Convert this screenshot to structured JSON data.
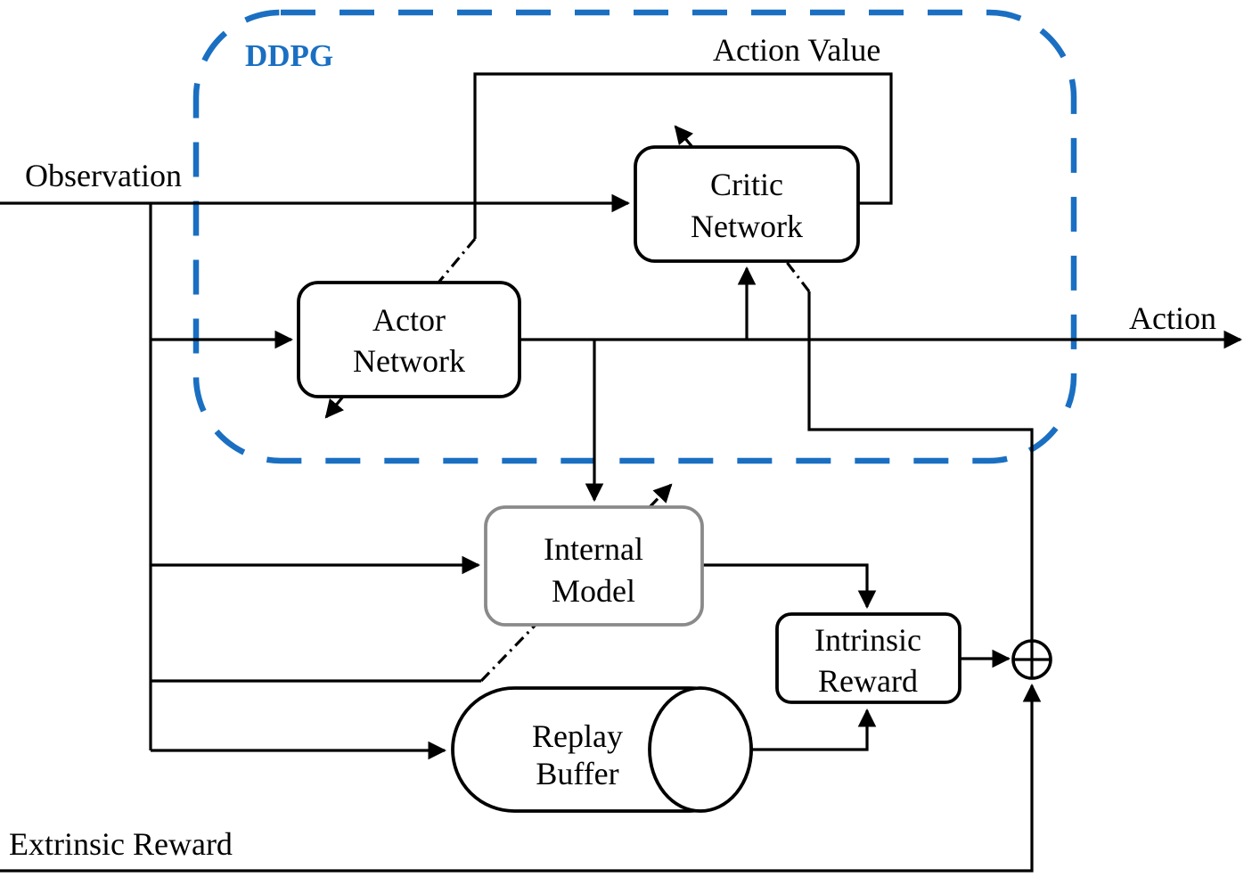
{
  "labels": {
    "ddpg": "DDPG",
    "action_value": "Action Value",
    "observation": "Observation",
    "action": "Action",
    "extrinsic_reward": "Extrinsic Reward"
  },
  "nodes": {
    "actor_network": {
      "lines": [
        "Actor",
        "Network"
      ]
    },
    "critic_network": {
      "lines": [
        "Critic",
        "Network"
      ]
    },
    "internal_model": {
      "lines": [
        "Internal",
        "Model"
      ]
    },
    "intrinsic_reward": {
      "lines": [
        "Intrinsic",
        "Reward"
      ]
    },
    "replay_buffer": {
      "lines": [
        "Replay",
        "Buffer"
      ]
    }
  },
  "icons": {
    "sum_junction": "plus-circle-icon"
  },
  "colors": {
    "background": "#ffffff",
    "line": "#000000",
    "ddpg_border": "#1a6fc2",
    "internal_model_border": "#8a8a8a",
    "dashdot_inside": "#ababab"
  }
}
